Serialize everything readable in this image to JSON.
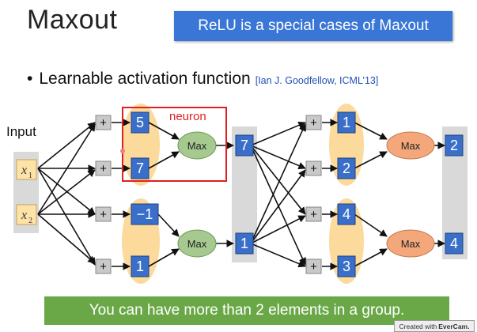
{
  "slide": {
    "title": "Maxout",
    "banner_top": "ReLU is a special cases of Maxout",
    "bullet_text": "Learnable activation function",
    "citation": "[Ian J. Goodfellow, ICML’13]",
    "banner_bottom": "You can have more than 2 elements in a group.",
    "watermark_prefix": "Created with",
    "watermark_brand": "EverCam."
  },
  "diagram": {
    "input_label": "Input",
    "neuron_label": "neuron",
    "inputs": [
      "x1",
      "x2"
    ],
    "plus_symbol": "+",
    "layer1_values": [
      "5",
      "7",
      "−1",
      "1"
    ],
    "layer1_max_labels": [
      "Max",
      "Max"
    ],
    "layer1_outputs": [
      "7",
      "1"
    ],
    "layer2_values": [
      "1",
      "2",
      "4",
      "3"
    ],
    "layer2_max_labels": [
      "Max",
      "Max"
    ],
    "layer2_outputs": [
      "2",
      "4"
    ],
    "colors": {
      "node_blue": "#3a6fc9",
      "group_ellipse": "#fbd38a",
      "max_green": "#a5c98f",
      "max_orange": "#f4a77a",
      "neuron_box": "#e02020",
      "input_fill": "#fde3a7",
      "column_gray": "#d9d9d9"
    }
  }
}
